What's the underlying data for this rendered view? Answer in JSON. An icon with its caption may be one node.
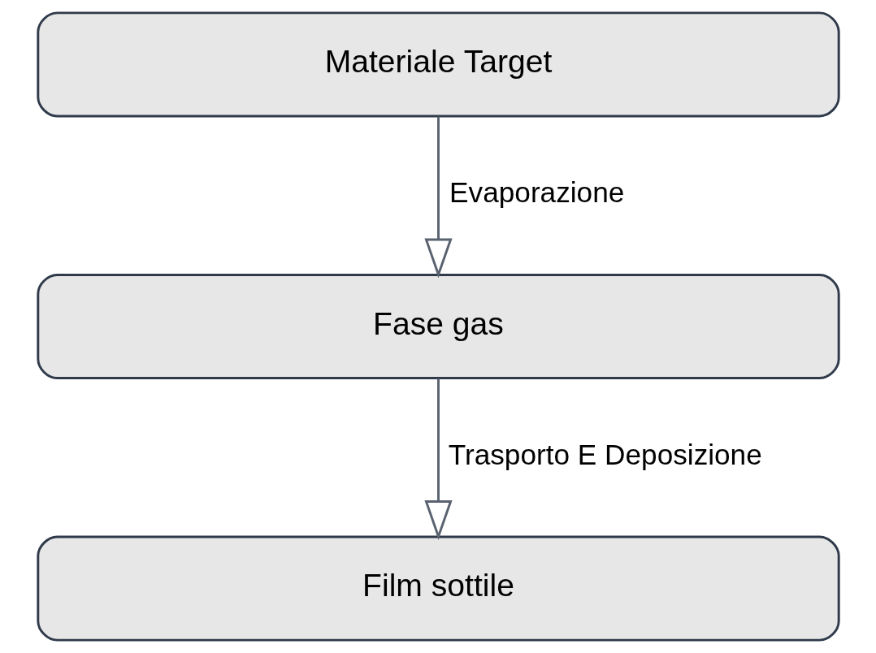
{
  "diagram": {
    "nodes": [
      {
        "text": [
          "Materiale Target"
        ]
      },
      {
        "text": [
          "Fase gas"
        ]
      },
      {
        "text": [
          "Film sottile"
        ]
      }
    ],
    "edges": [
      {
        "from": 0,
        "to": 1,
        "arrow": "to",
        "label": "Evaporazione"
      },
      {
        "from": 1,
        "to": 2,
        "arrow": "to",
        "label": "Trasporto E Deposizione"
      }
    ]
  }
}
